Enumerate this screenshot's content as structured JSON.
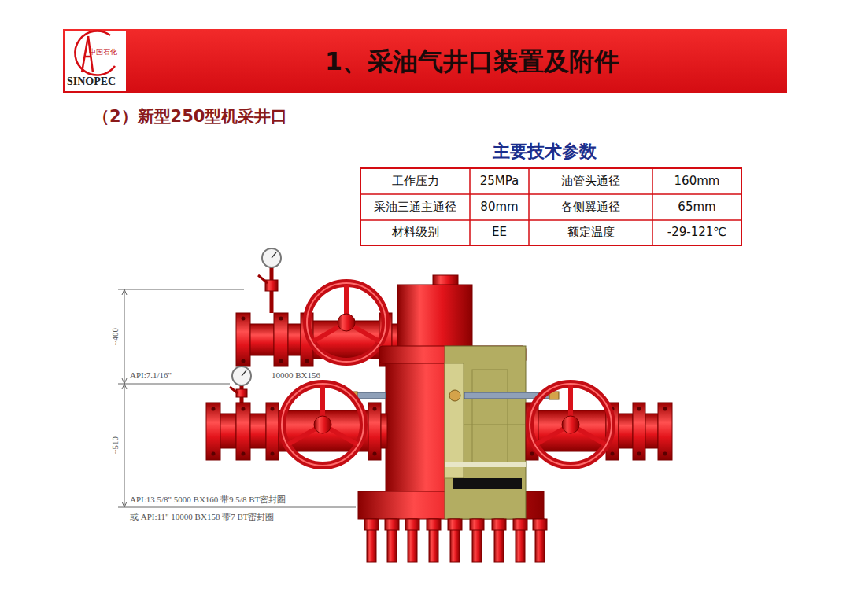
{
  "diagram": {
    "title": "1、采油气井口装置及附件",
    "labels": [
      "中国石化",
      "SINOPEC",
      "（2）新型250型机采井口",
      "主要技术参数",
      "工作压力",
      "25MPa",
      "油管头通径",
      "160mm",
      "采油三通主通径",
      "80mm",
      "各侧翼通径",
      "65mm",
      "材料级别",
      "EE",
      "额定温度",
      "-29-121℃",
      "~400",
      "~510",
      "API:7.1/16\"",
      "10000 BX156",
      "API:13.5/8\" 5000 BX160 带9.5/8 BT密封圈",
      "或 API:11\" 10000 BX158 带7 BT密封圈"
    ]
  }
}
